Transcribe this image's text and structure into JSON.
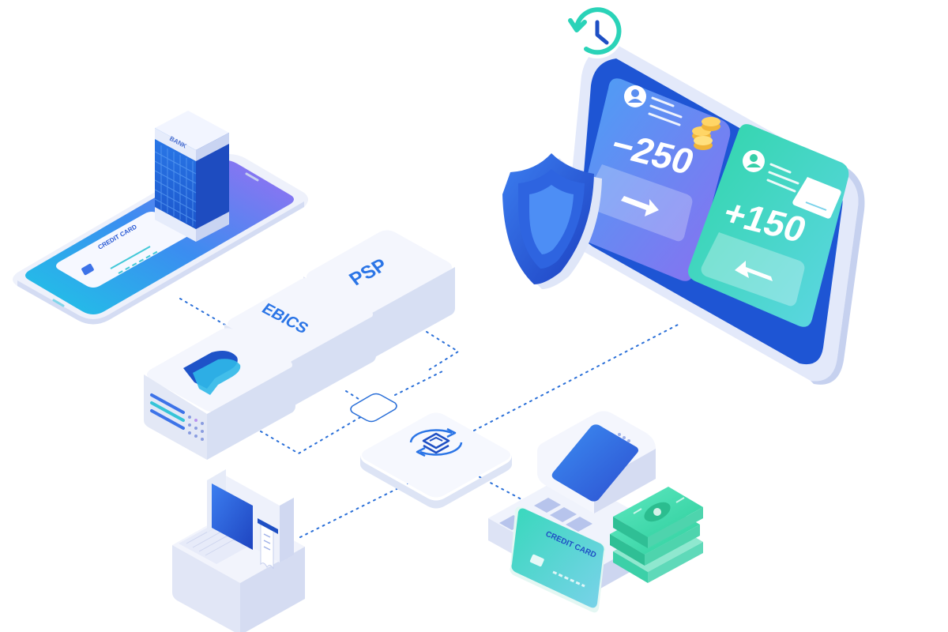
{
  "bank": {
    "building_label": "BANK",
    "card_label": "CREDIT CARD"
  },
  "blocks": {
    "psp_label": "PSP",
    "ebics_label": "EBICS"
  },
  "tablet": {
    "outgoing_amount": "−250",
    "incoming_amount": "+150"
  },
  "terminal": {
    "card_label": "CREDIT CARD"
  },
  "colors": {
    "accent_blue": "#1c6fe0",
    "deep_blue": "#1e4fc4",
    "teal": "#2ad3b8",
    "purple": "#8a78f0",
    "dotted_line": "#2a6fd8"
  },
  "icons": {
    "clock": "history-clock-icon",
    "shield": "shield-icon",
    "hub": "sync-hub-icon",
    "paypal": "paypal-logo-icon",
    "user": "user-icon",
    "coins": "coins-icon",
    "cash": "cash-stack-icon"
  }
}
